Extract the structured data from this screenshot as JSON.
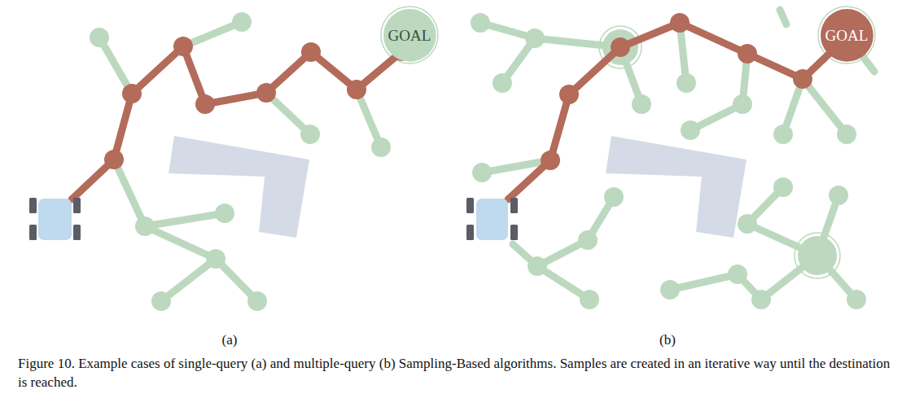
{
  "diagram": {
    "caption": "Figure 10. Example cases of single-query (a) and multiple-query (b) Sampling-Based algorithms. Samples are created in an iterative way until the destination is reached.",
    "nodes": [
      {
        "text": [
          "GOAL"
        ]
      },
      {
        "text": [
          "GOAL"
        ]
      }
    ],
    "labels": [
      "(a)",
      "(b)"
    ]
  }
}
